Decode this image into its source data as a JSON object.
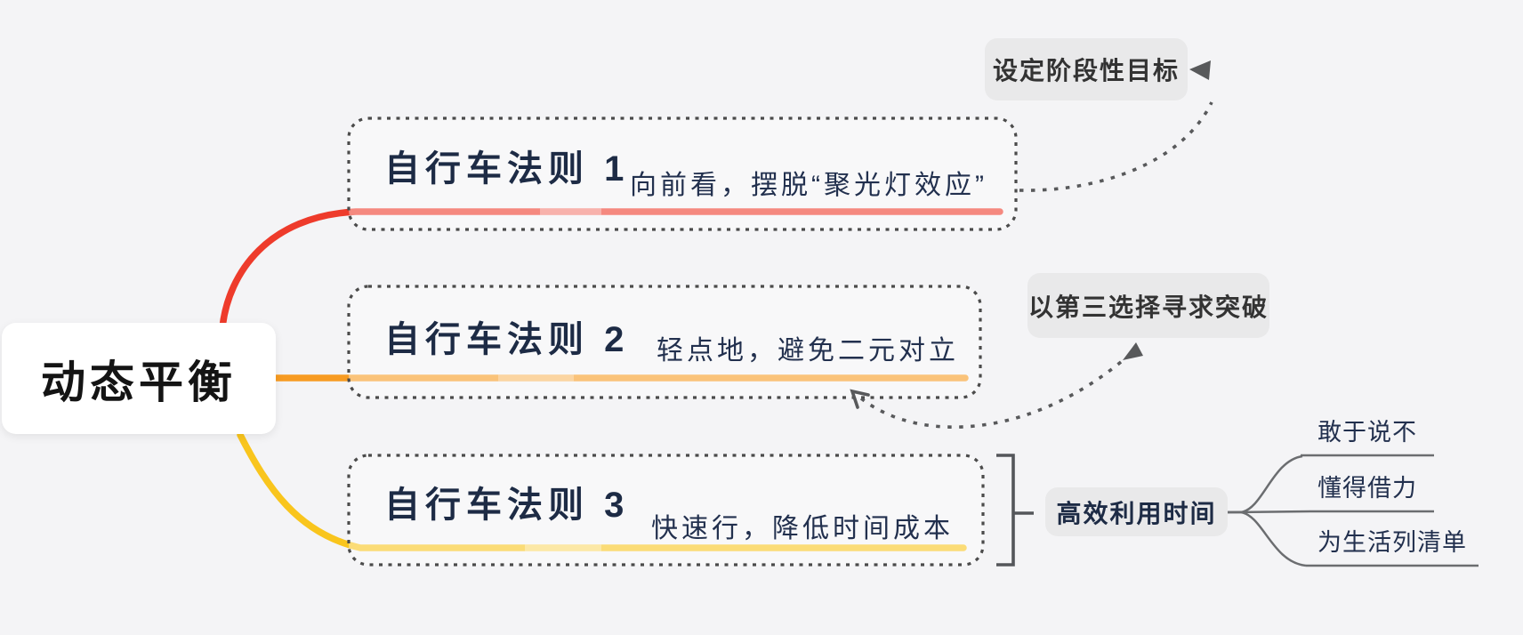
{
  "canvas": {
    "background": "#f4f4f6"
  },
  "root": {
    "label": "动态平衡"
  },
  "branches": [
    {
      "title": "自行车法则 1",
      "note": "向前看，摆脱“聚光灯效应”",
      "color": "#ee3b2b"
    },
    {
      "title": "自行车法则 2",
      "note": "轻点地，避免二元对立",
      "color": "#f79b22"
    },
    {
      "title": "自行车法则 3",
      "note": "快速行，降低时间成本",
      "color": "#f9c51d"
    }
  ],
  "floating": [
    {
      "label": "设定阶段性目标"
    },
    {
      "label": "以第三选择寻求突破"
    },
    {
      "label": "高效利用时间",
      "children": [
        {
          "label": "敢于说不"
        },
        {
          "label": "懂得借力"
        },
        {
          "label": "为生活列清单"
        }
      ]
    }
  ],
  "links": [
    {
      "from": "自行车法则 1",
      "to": "设定阶段性目标",
      "style": "dotted-arrow"
    },
    {
      "from": "自行车法则 2",
      "to": "以第三选择寻求突破",
      "style": "dotted-arrow"
    },
    {
      "from": "自行车法则 3",
      "to": "高效利用时间",
      "style": "bracket"
    }
  ],
  "colors": {
    "red": "#ee3b2b",
    "orange": "#f79b22",
    "yellow": "#f9c51d",
    "navy": "#1d2b45",
    "relationship": "#58595b",
    "connector": "#6b6d70",
    "dashed_box": "#4b4b4b",
    "floating_bg": "#e9e9ea"
  }
}
